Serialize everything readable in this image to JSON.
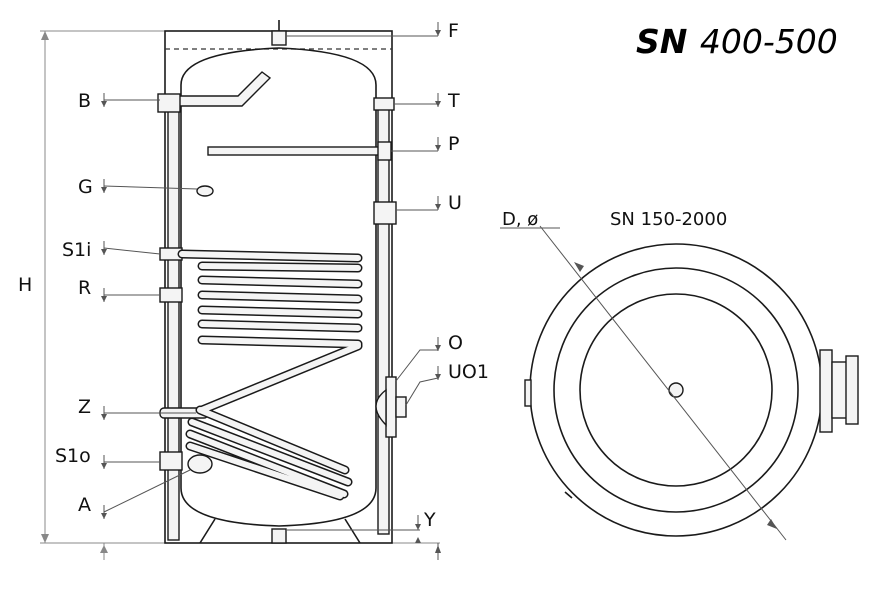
{
  "title": {
    "bold": "SN",
    "rest": "400-500"
  },
  "labels": {
    "F": "F",
    "B": "B",
    "T": "T",
    "P": "P",
    "G": "G",
    "U": "U",
    "S1i": "S1i",
    "R": "R",
    "H": "H",
    "O": "O",
    "UO1": "UO1",
    "Z": "Z",
    "S1o": "S1o",
    "A": "A",
    "Y": "Y"
  },
  "top_view": {
    "diameter_label": "D, ø",
    "series_label": "SN 150-2000"
  }
}
